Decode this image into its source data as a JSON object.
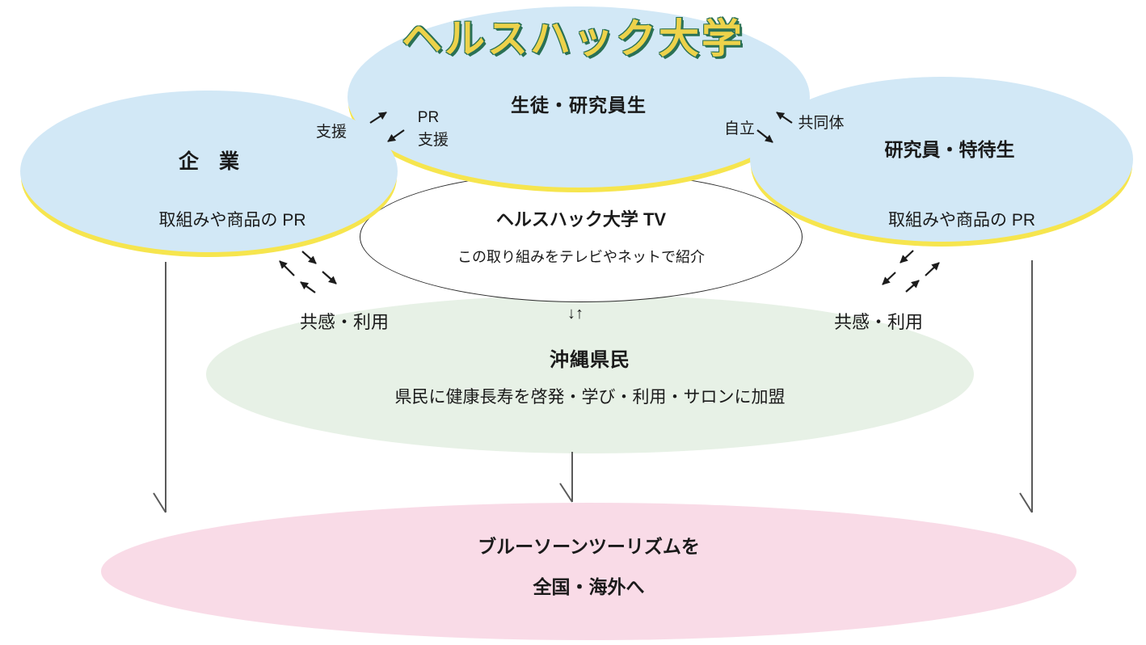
{
  "diagram": {
    "title": "ヘルスハック大学",
    "nodes": {
      "students": {
        "label": "生徒・研究員生"
      },
      "companies": {
        "label": "企　業",
        "sub": "取組みや商品の PR"
      },
      "researchers": {
        "label": "研究員・特待生",
        "sub": "取組みや商品の PR"
      },
      "tv": {
        "label": "ヘルスハック大学 TV",
        "sub": "この取り組みをテレビやネットで紹介"
      },
      "okinawa": {
        "label": "沖縄県民",
        "sub": "県民に健康長寿を啓発・学び・利用・サロンに加盟"
      },
      "bluezone": {
        "line1": "ブルーソーンツーリズムを",
        "line2": "全国・海外へ"
      }
    },
    "labels": {
      "shien_outer": "支援",
      "pr": "PR",
      "shien_inner": "支援",
      "jiritsu": "自立",
      "kyodotai": "共同体",
      "kyokan_left": "共感・利用",
      "kyokan_right": "共感・利用",
      "updown": "↓↑"
    },
    "colors": {
      "node_blue": "#d2e8f6",
      "rim_yellow": "#f6e54e",
      "node_green": "#e7f1e6",
      "node_pink": "#f9dbe7",
      "tv_border": "#2b2b2b",
      "title_fill": "#edd24a",
      "title_outline": "#2a7155",
      "arrow_black": "#1c1c1c",
      "arrow_gray": "#5a5a5a"
    }
  }
}
